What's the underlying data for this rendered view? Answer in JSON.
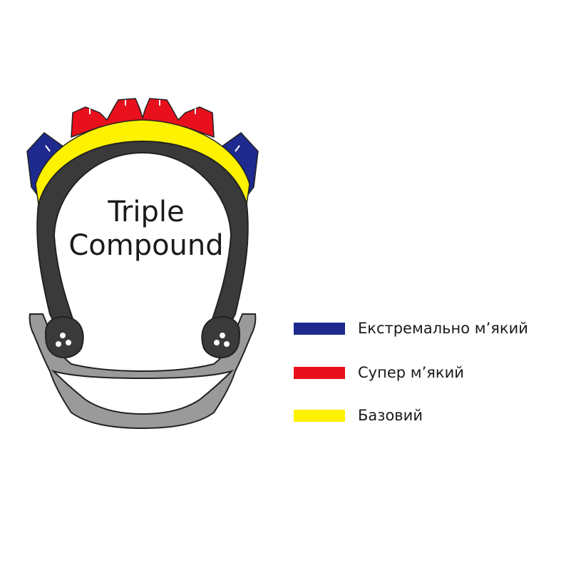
{
  "title": {
    "line1": "Triple",
    "line2": "Compound"
  },
  "colors": {
    "extreme_soft": "#1e2a8e",
    "super_soft": "#e8101c",
    "base": "#fff200",
    "carcass": "#3a3a3a",
    "rim": "#9a9a9a",
    "outline": "#222222"
  },
  "legend": [
    {
      "label": "Екстремально м’який",
      "color": "#1e2a8e"
    },
    {
      "label": "Супер м’який",
      "color": "#e8101c"
    },
    {
      "label": "Базовий",
      "color": "#fff200"
    }
  ]
}
